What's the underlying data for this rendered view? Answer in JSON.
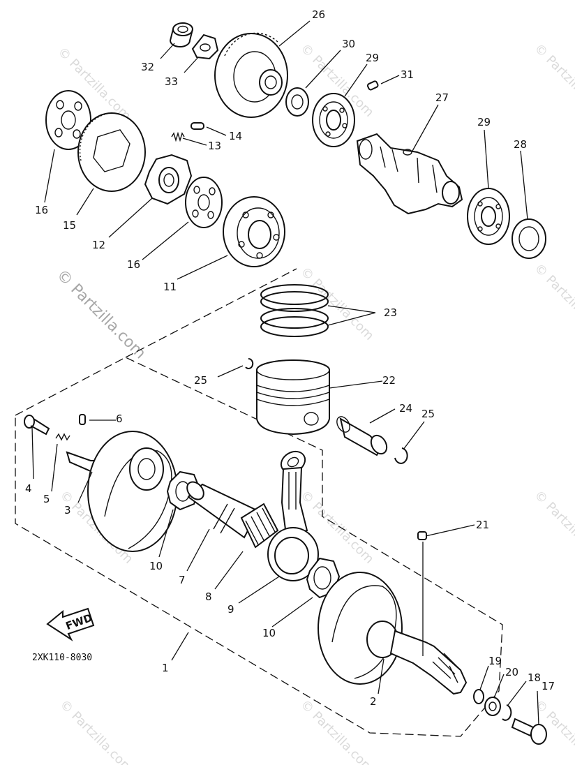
{
  "diagram": {
    "drawing_code": "2XK110-8030",
    "fwd_label": "FWD",
    "watermark_text": "© Partzilla.com",
    "callouts": [
      {
        "id": "c1",
        "label": "1"
      },
      {
        "id": "c2",
        "label": "2"
      },
      {
        "id": "c3",
        "label": "3"
      },
      {
        "id": "c4",
        "label": "4"
      },
      {
        "id": "c5",
        "label": "5"
      },
      {
        "id": "c6",
        "label": "6"
      },
      {
        "id": "c7",
        "label": "7"
      },
      {
        "id": "c8",
        "label": "8"
      },
      {
        "id": "c9",
        "label": "9"
      },
      {
        "id": "c10a",
        "label": "10"
      },
      {
        "id": "c10b",
        "label": "10"
      },
      {
        "id": "c11",
        "label": "11"
      },
      {
        "id": "c12",
        "label": "12"
      },
      {
        "id": "c13",
        "label": "13"
      },
      {
        "id": "c14",
        "label": "14"
      },
      {
        "id": "c15",
        "label": "15"
      },
      {
        "id": "c16a",
        "label": "16"
      },
      {
        "id": "c16b",
        "label": "16"
      },
      {
        "id": "c17",
        "label": "17"
      },
      {
        "id": "c18",
        "label": "18"
      },
      {
        "id": "c19",
        "label": "19"
      },
      {
        "id": "c20",
        "label": "20"
      },
      {
        "id": "c21",
        "label": "21"
      },
      {
        "id": "c22",
        "label": "22"
      },
      {
        "id": "c23",
        "label": "23"
      },
      {
        "id": "c24",
        "label": "24"
      },
      {
        "id": "c25a",
        "label": "25"
      },
      {
        "id": "c25b",
        "label": "25"
      },
      {
        "id": "c26",
        "label": "26"
      },
      {
        "id": "c27",
        "label": "27"
      },
      {
        "id": "c28",
        "label": "28"
      },
      {
        "id": "c29a",
        "label": "29"
      },
      {
        "id": "c29b",
        "label": "29"
      },
      {
        "id": "c30",
        "label": "30"
      },
      {
        "id": "c31",
        "label": "31"
      },
      {
        "id": "c32",
        "label": "32"
      },
      {
        "id": "c33",
        "label": "33"
      }
    ]
  }
}
